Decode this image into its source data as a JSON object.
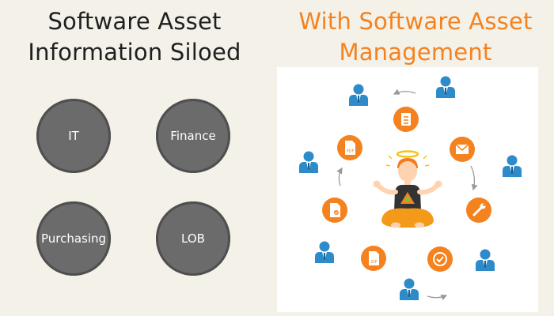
{
  "left_panel": {
    "title_line1": "Software Asset",
    "title_line2": "Information Siloed",
    "departments": [
      "IT",
      "Finance",
      "Purchasing",
      "LOB"
    ]
  },
  "right_panel": {
    "title_line1": "With Software Asset",
    "title_line2": "Management",
    "file_labels": {
      "pdf": "PDF",
      "zip": "ZIP"
    }
  },
  "colors": {
    "accent_orange": "#f4821f",
    "circle_gray": "#6b6b6b",
    "user_blue": "#2e8bc9",
    "background": "#f4f1e8"
  },
  "icons": [
    "user-icon",
    "database-icon",
    "mail-icon",
    "wrench-icon",
    "check-icon",
    "zip-file-icon",
    "document-check-icon",
    "pdf-file-icon",
    "yoga-person-illustration"
  ]
}
